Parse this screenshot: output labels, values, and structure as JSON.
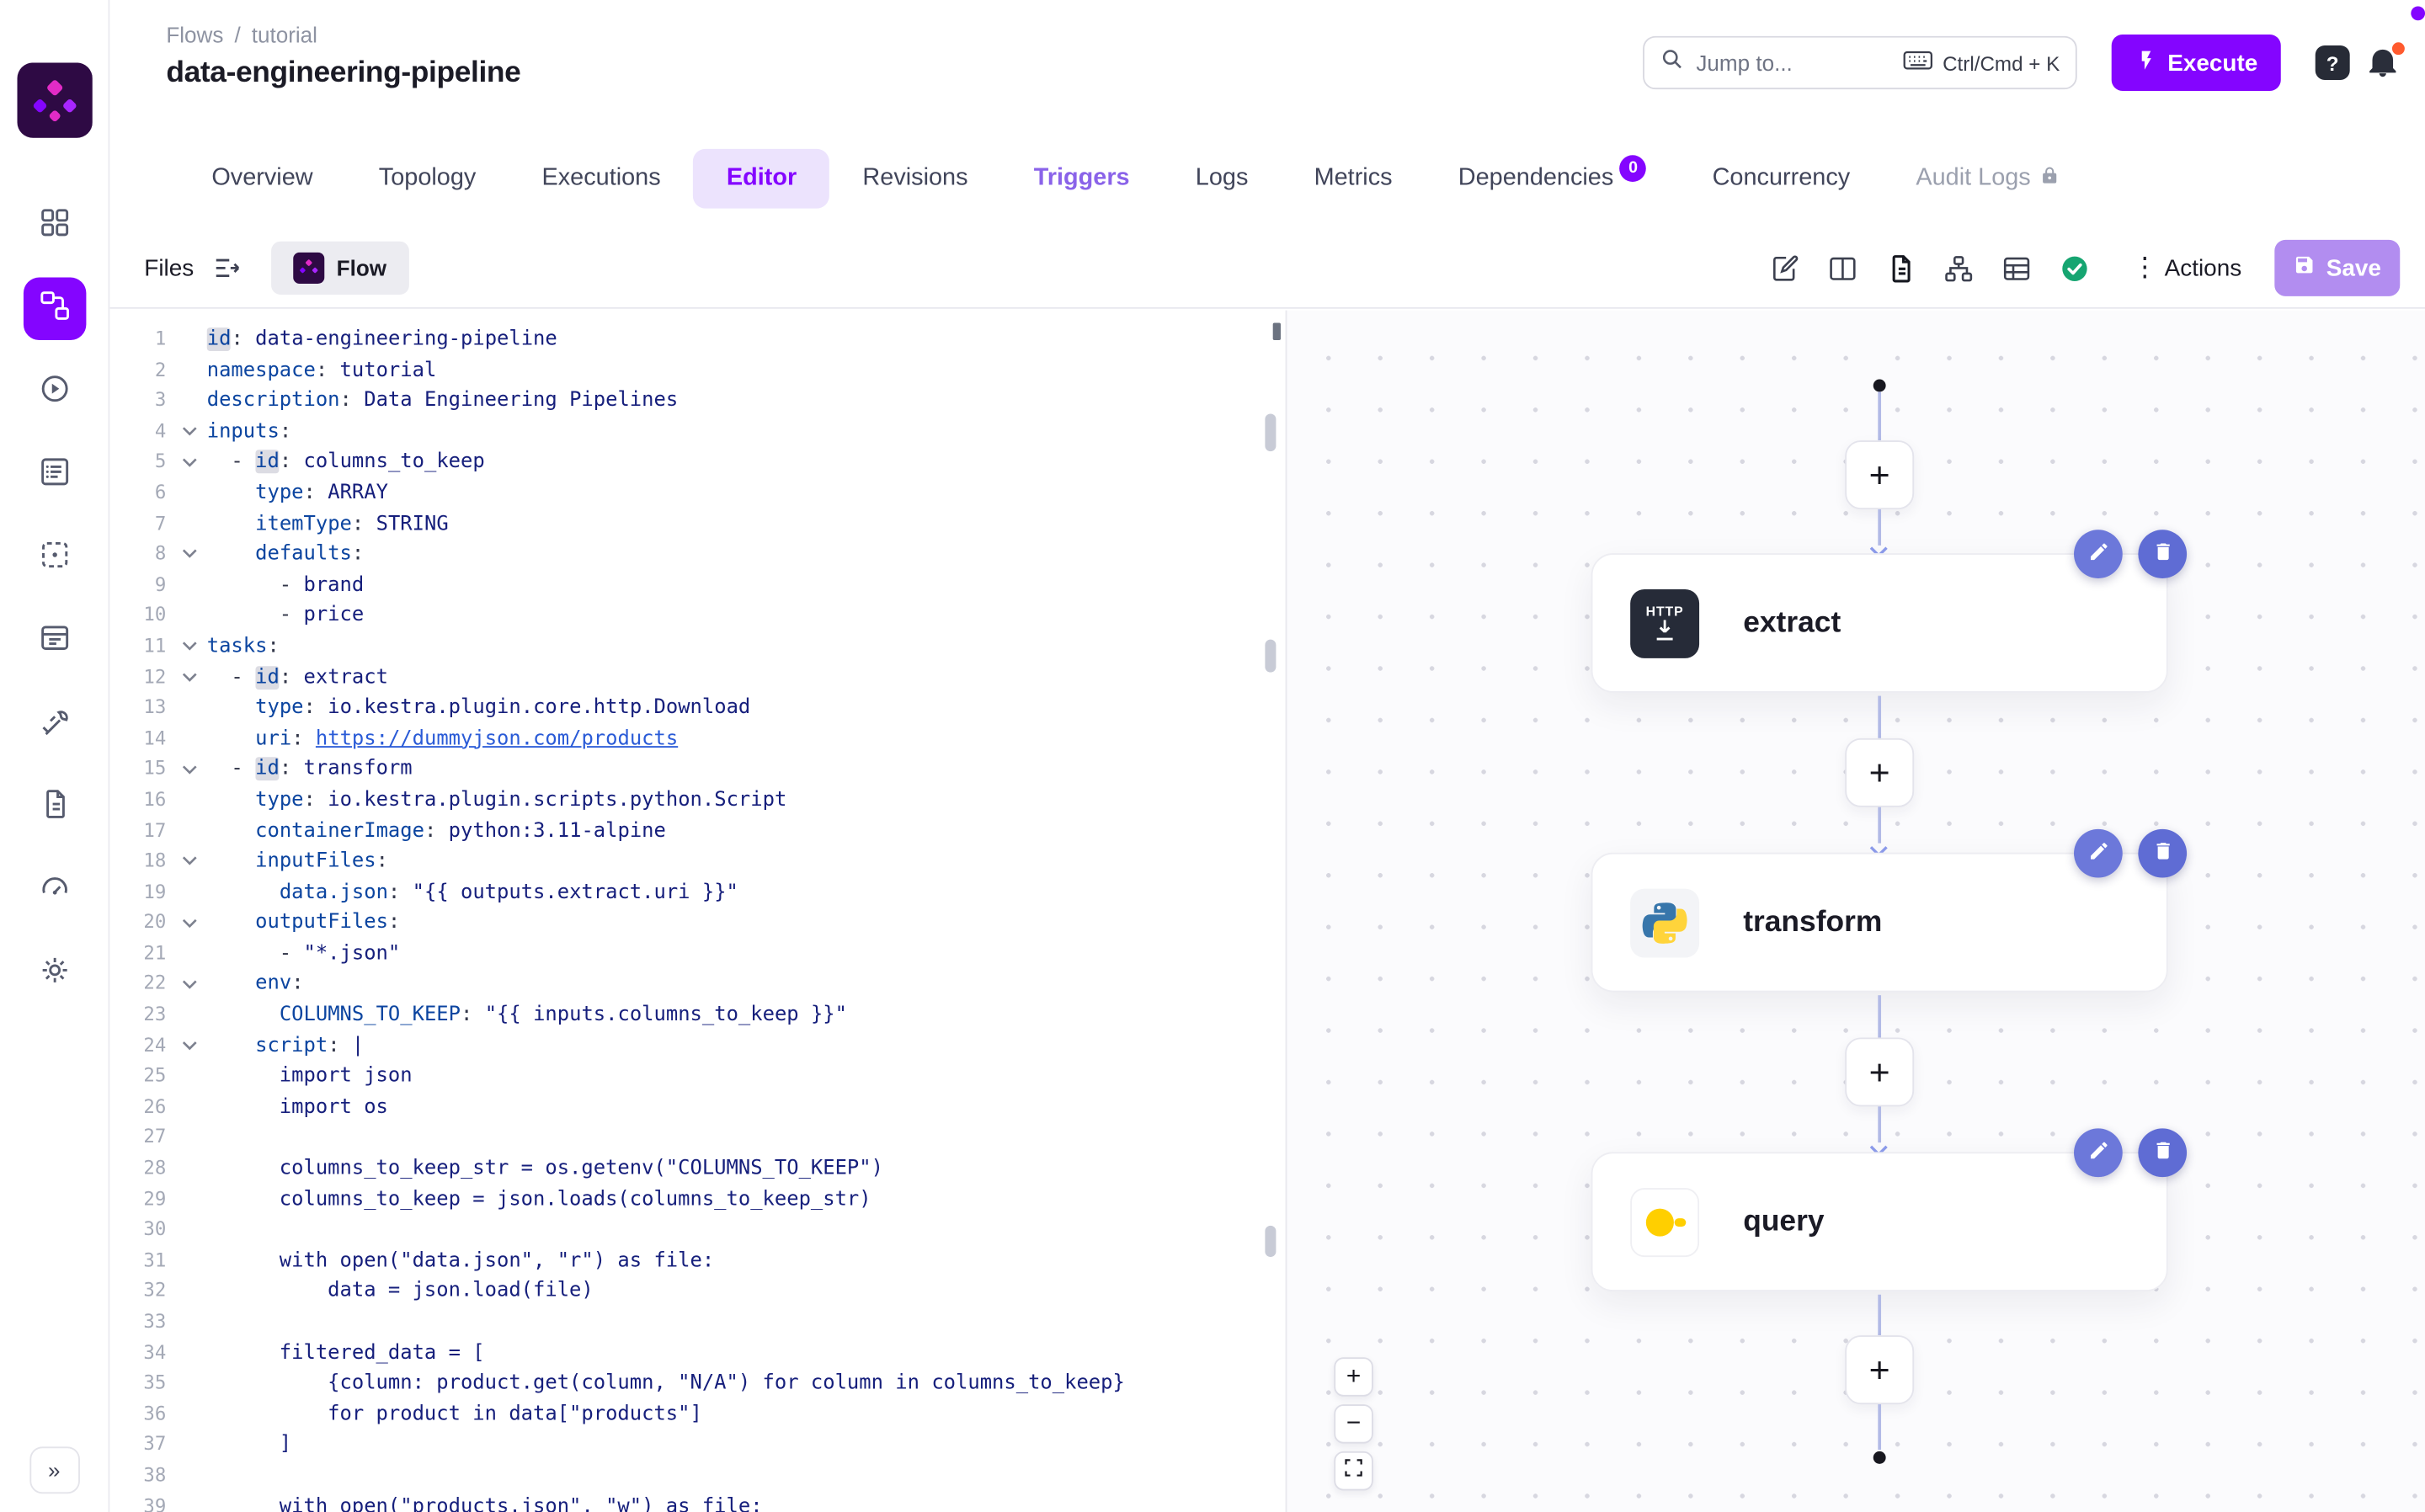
{
  "meta": {
    "accent": "#8405ff",
    "save_color": "#b28df0",
    "status_green": "#16a571"
  },
  "sidebar": {
    "logo": "kestra-logo",
    "items": [
      {
        "name": "dashboard",
        "active": false
      },
      {
        "name": "flows",
        "active": true
      },
      {
        "name": "executions",
        "active": false
      },
      {
        "name": "logs",
        "active": false
      },
      {
        "name": "namespaces",
        "active": false
      },
      {
        "name": "blueprints",
        "active": false
      },
      {
        "name": "plugins",
        "active": false
      },
      {
        "name": "docs",
        "active": false
      },
      {
        "name": "instance",
        "active": false
      },
      {
        "name": "settings",
        "active": false
      }
    ],
    "collapse_label": "»"
  },
  "header": {
    "breadcrumb": {
      "parent": "Flows",
      "separator": "/",
      "current": "tutorial"
    },
    "title": "data-engineering-pipeline",
    "search": {
      "placeholder": "Jump to...",
      "shortcut": "Ctrl/Cmd + K"
    },
    "execute_label": "Execute",
    "help_label": "?"
  },
  "tabs": [
    {
      "label": "Overview"
    },
    {
      "label": "Topology"
    },
    {
      "label": "Executions"
    },
    {
      "label": "Editor",
      "state": "active"
    },
    {
      "label": "Revisions"
    },
    {
      "label": "Triggers",
      "state": "accent"
    },
    {
      "label": "Logs"
    },
    {
      "label": "Metrics"
    },
    {
      "label": "Dependencies",
      "badge": "0"
    },
    {
      "label": "Concurrency"
    },
    {
      "label": "Audit Logs",
      "state": "disabled",
      "lock": true
    }
  ],
  "toolbar": {
    "files_label": "Files",
    "flow_tab_label": "Flow",
    "actions_label": "Actions",
    "save_label": "Save",
    "kebab": "⋮",
    "icons": [
      "edit-flow",
      "split-editor",
      "file-doc",
      "no-code-view",
      "table-view",
      "validation-check"
    ]
  },
  "editor": {
    "lines": [
      {
        "n": 1,
        "fold": false,
        "tokens": [
          [
            "khl",
            "id"
          ],
          [
            "p",
            ": "
          ],
          [
            "v",
            "data-engineering-pipeline"
          ]
        ]
      },
      {
        "n": 2,
        "fold": false,
        "tokens": [
          [
            "k",
            "namespace"
          ],
          [
            "p",
            ": "
          ],
          [
            "v",
            "tutorial"
          ]
        ]
      },
      {
        "n": 3,
        "fold": false,
        "tokens": [
          [
            "k",
            "description"
          ],
          [
            "p",
            ": "
          ],
          [
            "v",
            "Data Engineering Pipelines"
          ]
        ]
      },
      {
        "n": 4,
        "fold": true,
        "tokens": [
          [
            "k",
            "inputs"
          ],
          [
            "p",
            ":"
          ]
        ]
      },
      {
        "n": 5,
        "fold": true,
        "tokens": [
          [
            "p",
            "  - "
          ],
          [
            "khl",
            "id"
          ],
          [
            "p",
            ": "
          ],
          [
            "v",
            "columns_to_keep"
          ]
        ]
      },
      {
        "n": 6,
        "fold": false,
        "tokens": [
          [
            "p",
            "    "
          ],
          [
            "k",
            "type"
          ],
          [
            "p",
            ": "
          ],
          [
            "v",
            "ARRAY"
          ]
        ]
      },
      {
        "n": 7,
        "fold": false,
        "tokens": [
          [
            "p",
            "    "
          ],
          [
            "k",
            "itemType"
          ],
          [
            "p",
            ": "
          ],
          [
            "v",
            "STRING"
          ]
        ]
      },
      {
        "n": 8,
        "fold": true,
        "tokens": [
          [
            "p",
            "    "
          ],
          [
            "k",
            "defaults"
          ],
          [
            "p",
            ":"
          ]
        ]
      },
      {
        "n": 9,
        "fold": false,
        "tokens": [
          [
            "p",
            "      - "
          ],
          [
            "v",
            "brand"
          ]
        ]
      },
      {
        "n": 10,
        "fold": false,
        "tokens": [
          [
            "p",
            "      - "
          ],
          [
            "v",
            "price"
          ]
        ]
      },
      {
        "n": 11,
        "fold": true,
        "tokens": [
          [
            "k",
            "tasks"
          ],
          [
            "p",
            ":"
          ]
        ]
      },
      {
        "n": 12,
        "fold": true,
        "tokens": [
          [
            "p",
            "  - "
          ],
          [
            "khl",
            "id"
          ],
          [
            "p",
            ": "
          ],
          [
            "v",
            "extract"
          ]
        ]
      },
      {
        "n": 13,
        "fold": false,
        "tokens": [
          [
            "p",
            "    "
          ],
          [
            "k",
            "type"
          ],
          [
            "p",
            ": "
          ],
          [
            "v",
            "io.kestra.plugin.core.http.Download"
          ]
        ]
      },
      {
        "n": 14,
        "fold": false,
        "tokens": [
          [
            "p",
            "    "
          ],
          [
            "k",
            "uri"
          ],
          [
            "p",
            ": "
          ],
          [
            "link",
            "https://dummyjson.com/products"
          ]
        ]
      },
      {
        "n": 15,
        "fold": true,
        "tokens": [
          [
            "p",
            "  - "
          ],
          [
            "khl",
            "id"
          ],
          [
            "p",
            ": "
          ],
          [
            "v",
            "transform"
          ]
        ]
      },
      {
        "n": 16,
        "fold": false,
        "tokens": [
          [
            "p",
            "    "
          ],
          [
            "k",
            "type"
          ],
          [
            "p",
            ": "
          ],
          [
            "v",
            "io.kestra.plugin.scripts.python.Script"
          ]
        ]
      },
      {
        "n": 17,
        "fold": false,
        "tokens": [
          [
            "p",
            "    "
          ],
          [
            "k",
            "containerImage"
          ],
          [
            "p",
            ": "
          ],
          [
            "v",
            "python:3.11-alpine"
          ]
        ]
      },
      {
        "n": 18,
        "fold": true,
        "tokens": [
          [
            "p",
            "    "
          ],
          [
            "k",
            "inputFiles"
          ],
          [
            "p",
            ":"
          ]
        ]
      },
      {
        "n": 19,
        "fold": false,
        "tokens": [
          [
            "p",
            "      "
          ],
          [
            "k",
            "data.json"
          ],
          [
            "p",
            ": "
          ],
          [
            "str",
            "\"{{ outputs.extract.uri }}\""
          ]
        ]
      },
      {
        "n": 20,
        "fold": true,
        "tokens": [
          [
            "p",
            "    "
          ],
          [
            "k",
            "outputFiles"
          ],
          [
            "p",
            ":"
          ]
        ]
      },
      {
        "n": 21,
        "fold": false,
        "tokens": [
          [
            "p",
            "      - "
          ],
          [
            "str",
            "\"*.json\""
          ]
        ]
      },
      {
        "n": 22,
        "fold": true,
        "tokens": [
          [
            "p",
            "    "
          ],
          [
            "k",
            "env"
          ],
          [
            "p",
            ":"
          ]
        ]
      },
      {
        "n": 23,
        "fold": false,
        "tokens": [
          [
            "p",
            "      "
          ],
          [
            "k",
            "COLUMNS_TO_KEEP"
          ],
          [
            "p",
            ": "
          ],
          [
            "str",
            "\"{{ inputs.columns_to_keep }}\""
          ]
        ]
      },
      {
        "n": 24,
        "fold": true,
        "tokens": [
          [
            "p",
            "    "
          ],
          [
            "k",
            "script"
          ],
          [
            "p",
            ": "
          ],
          [
            "v",
            "|"
          ]
        ]
      },
      {
        "n": 25,
        "fold": false,
        "tokens": [
          [
            "c",
            "      import json"
          ]
        ]
      },
      {
        "n": 26,
        "fold": false,
        "tokens": [
          [
            "c",
            "      import os"
          ]
        ]
      },
      {
        "n": 27,
        "fold": false,
        "tokens": []
      },
      {
        "n": 28,
        "fold": false,
        "tokens": [
          [
            "c",
            "      columns_to_keep_str = os.getenv(\"COLUMNS_TO_KEEP\")"
          ]
        ]
      },
      {
        "n": 29,
        "fold": false,
        "tokens": [
          [
            "c",
            "      columns_to_keep = json.loads(columns_to_keep_str)"
          ]
        ]
      },
      {
        "n": 30,
        "fold": false,
        "tokens": []
      },
      {
        "n": 31,
        "fold": false,
        "tokens": [
          [
            "c",
            "      with open(\"data.json\", \"r\") as file:"
          ]
        ]
      },
      {
        "n": 32,
        "fold": false,
        "tokens": [
          [
            "c",
            "          data = json.load(file)"
          ]
        ]
      },
      {
        "n": 33,
        "fold": false,
        "tokens": []
      },
      {
        "n": 34,
        "fold": false,
        "tokens": [
          [
            "c",
            "      filtered_data = ["
          ]
        ]
      },
      {
        "n": 35,
        "fold": false,
        "tokens": [
          [
            "c",
            "          {column: product.get(column, \"N/A\") for column in columns_to_keep}"
          ]
        ]
      },
      {
        "n": 36,
        "fold": false,
        "tokens": [
          [
            "c",
            "          for product in data[\"products\"]"
          ]
        ]
      },
      {
        "n": 37,
        "fold": false,
        "tokens": [
          [
            "c",
            "      ]"
          ]
        ]
      },
      {
        "n": 38,
        "fold": false,
        "tokens": []
      },
      {
        "n": 39,
        "fold": false,
        "tokens": [
          [
            "c",
            "      with open(\"products.json\", \"w\") as file:"
          ]
        ]
      }
    ]
  },
  "topology": {
    "nodes": [
      {
        "label": "extract",
        "icon": "http-download"
      },
      {
        "label": "transform",
        "icon": "python"
      },
      {
        "label": "query",
        "icon": "duckdb"
      }
    ],
    "add_label": "+",
    "http_icon_text": "HTTP",
    "zoom": {
      "in": "+",
      "out": "−"
    }
  }
}
